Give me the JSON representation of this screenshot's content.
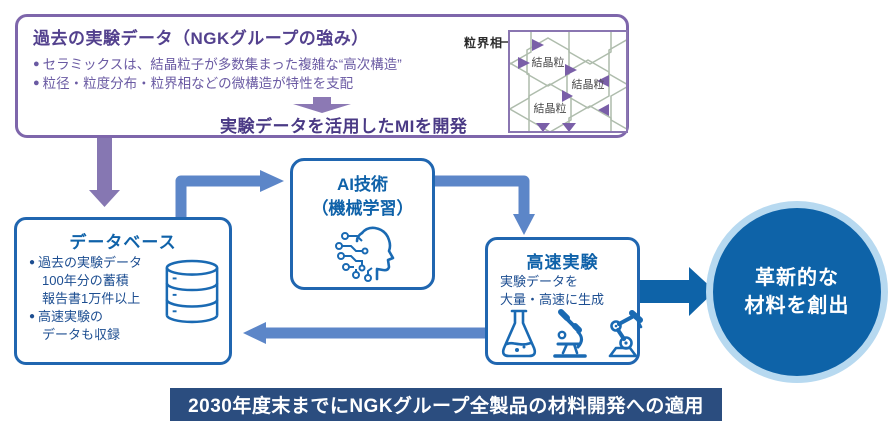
{
  "glyphs": {
    "bullet": "●"
  },
  "palette": {
    "purple_border": "#7e66ab",
    "purple_title": "#53418e",
    "purple_text": "#6a5aa3",
    "purple_arrow": "#8677b2",
    "purple_triangle": "#7a5fa8",
    "blue_border": "#2066b0",
    "blue_heading": "#0f62a9",
    "blue_body": "#1d4e91",
    "blue_arrow": "#5c86c8",
    "blue_dark": "#0e63a8",
    "circle_ring": "#b7d9f0",
    "navy_bar": "#2b4d7f",
    "hex_line": "#aebcac"
  },
  "top_box": {
    "title": "過去の実験データ（NGKグループの強み）",
    "bullets": [
      "セラミックスは、結晶粒子が多数集まった複雑な“高次構造”",
      "粒径・粒度分布・粒界相などの微構造が特性を支配"
    ],
    "highlight": "実験データを活用したMIを開発"
  },
  "microstructure": {
    "boundary_label": "粒界相",
    "grain_labels": [
      "結晶粒",
      "結晶粒",
      "結晶粒"
    ]
  },
  "database_box": {
    "title": "データベース",
    "items": [
      {
        "head": "過去の実験データ",
        "rest": [
          "100年分の蓄積",
          "報告書1万件以上"
        ]
      },
      {
        "head": "高速実験の",
        "rest": [
          "データも収録"
        ]
      }
    ]
  },
  "ai_box": {
    "title_line1": "AI技術",
    "title_line2": "（機械学習）"
  },
  "experiment_box": {
    "title": "高速実験",
    "body_line1": "実験データを",
    "body_line2": "大量・高速に生成"
  },
  "outcome_circle": {
    "line1": "革新的な",
    "line2": "材料を創出"
  },
  "bottom_bar": {
    "text": "2030年度末までにNGKグループ全製品の材料開発への適用"
  },
  "icons": {
    "database": "database-cylinder-icon",
    "ai": "ai-head-circuit-icon",
    "flask": "flask-icon",
    "microscope": "microscope-icon",
    "robot": "robot-arm-icon"
  }
}
